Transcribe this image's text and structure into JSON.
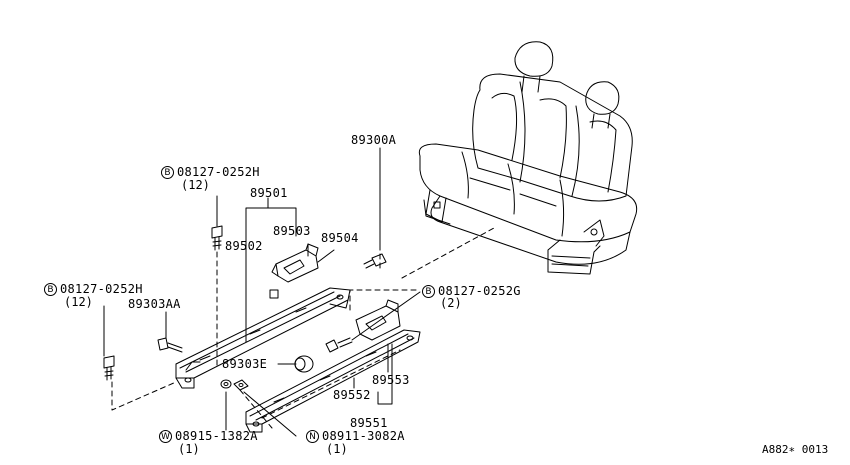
{
  "parts": {
    "p89300A": {
      "number": "89300A"
    },
    "p08127_top": {
      "badge": "B",
      "number": "08127-0252H",
      "qty": "(12)"
    },
    "p89501": {
      "number": "89501"
    },
    "p89503": {
      "number": "89503"
    },
    "p89502": {
      "number": "89502"
    },
    "p89504": {
      "number": "89504"
    },
    "p08127_left": {
      "badge": "B",
      "number": "08127-0252H",
      "qty": "(12)"
    },
    "p89303AA": {
      "number": "89303AA"
    },
    "p08127_g": {
      "badge": "B",
      "number": "08127-0252G",
      "qty": "(2)"
    },
    "p89303E": {
      "number": "89303E"
    },
    "p89553": {
      "number": "89553"
    },
    "p89552": {
      "number": "89552"
    },
    "p89551": {
      "number": "89551"
    },
    "p08915": {
      "badge": "W",
      "number": "08915-1382A",
      "qty": "(1)"
    },
    "p08911": {
      "badge": "N",
      "number": "08911-3082A",
      "qty": "(1)"
    }
  },
  "diagram_ref": "A882∗ 0013"
}
